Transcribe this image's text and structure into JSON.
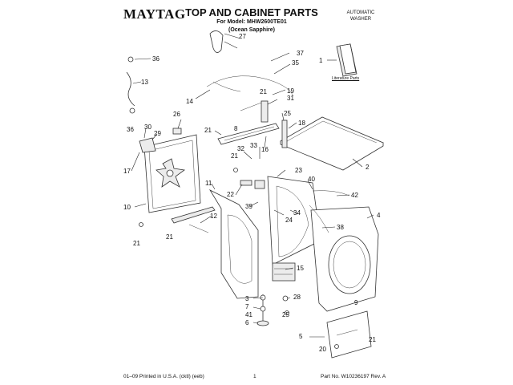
{
  "header": {
    "brand": "MAYTAG",
    "title": "TOP AND CABINET PARTS",
    "model": "For Model: MHW2600TE01",
    "variant": "(Ocean Sapphire)",
    "product_line1": "AUTOMATIC",
    "product_line2": "WASHER"
  },
  "literature_label": "Literature Parts",
  "callouts": {
    "c1": "1",
    "c2": "2",
    "c3": "3",
    "c4": "4",
    "c5": "5",
    "c6": "6",
    "c7": "7",
    "c8": "8",
    "c9": "9",
    "c10": "10",
    "c11": "11",
    "c12": "12",
    "c13": "13",
    "c14": "14",
    "c15": "15",
    "c16": "16",
    "c17": "17",
    "c18": "18",
    "c19": "19",
    "c20": "20",
    "c21": "21",
    "c22": "22",
    "c23": "23",
    "c24": "24",
    "c25": "25",
    "c26": "26",
    "c27": "27",
    "c28": "28",
    "c29": "29",
    "c30": "30",
    "c31": "31",
    "c32": "32",
    "c33": "33",
    "c34": "34",
    "c35": "35",
    "c36": "36",
    "c37": "37",
    "c38": "38",
    "c39": "39",
    "c40": "40",
    "c41": "41",
    "c42": "42"
  },
  "footer": {
    "printed": "01–09 Printed in U.S.A. (cktl) (eeb)",
    "page": "1",
    "part_no": "Part No. W10236197 Rev. A"
  }
}
